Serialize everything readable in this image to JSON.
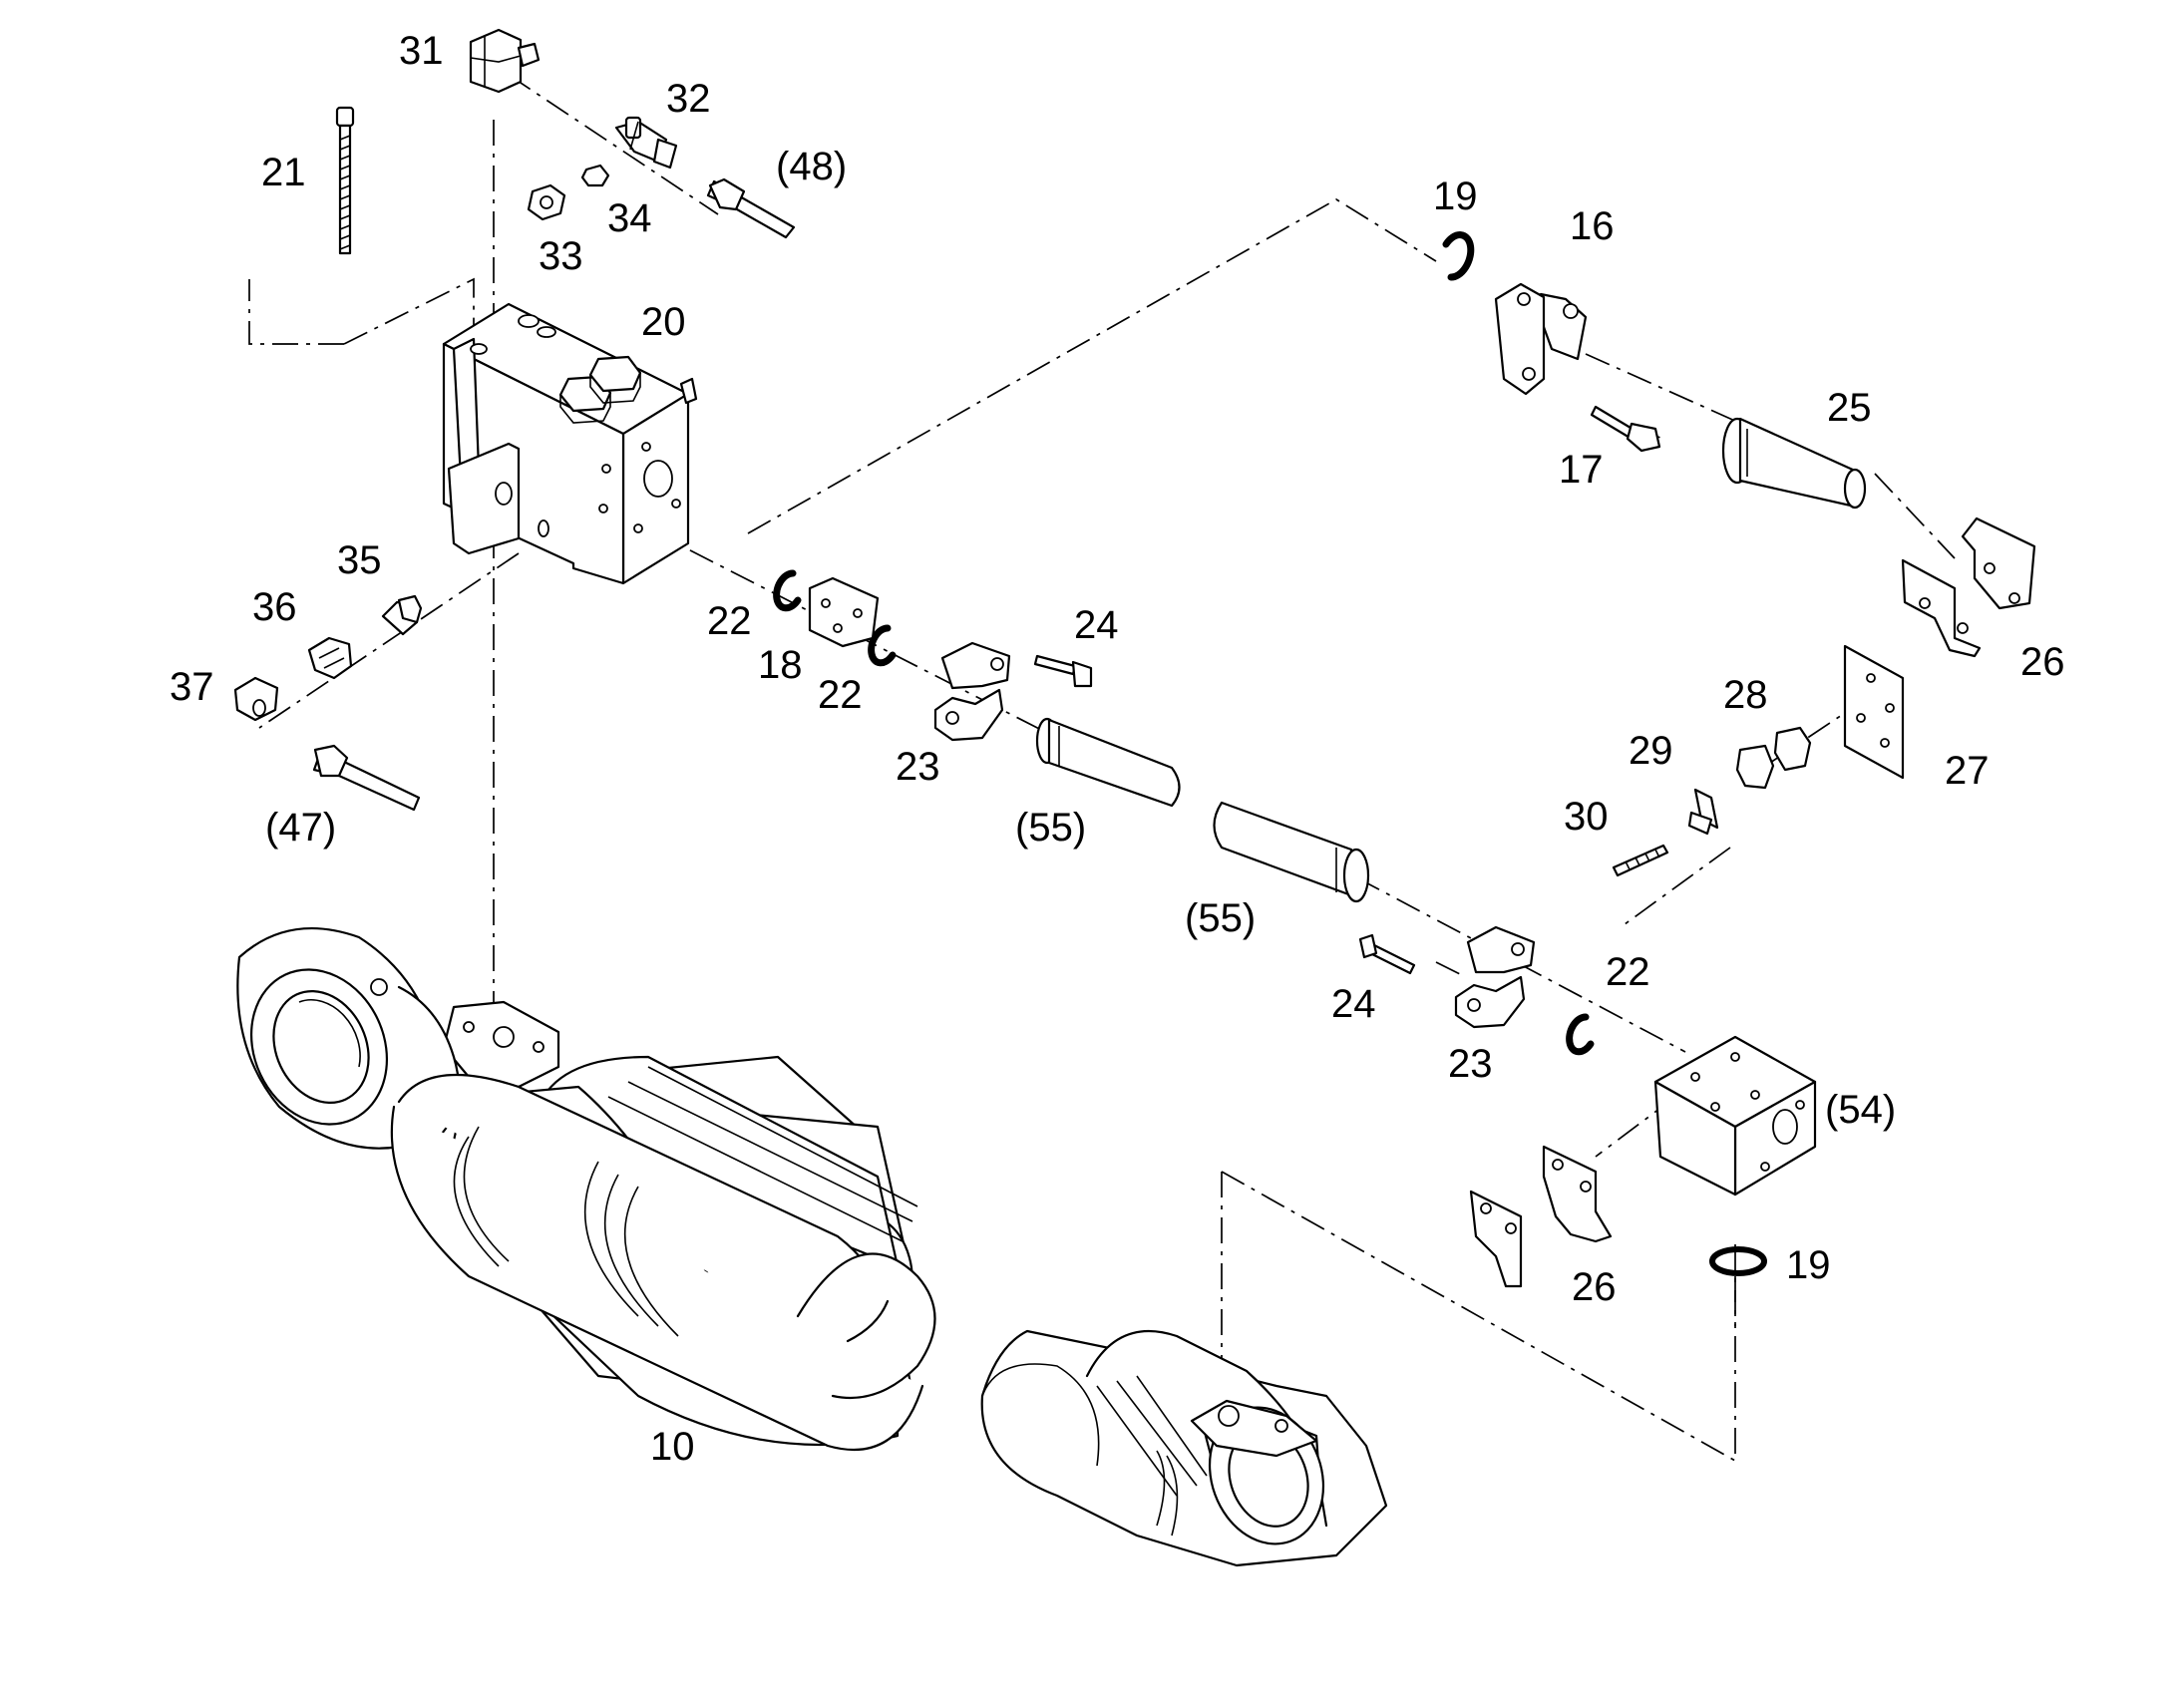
{
  "diagram": {
    "callouts": {
      "c31": "31",
      "c32": "32",
      "c48": "(48)",
      "c21": "21",
      "c34": "34",
      "c33": "33",
      "c20": "20",
      "c19a": "19",
      "c16": "16",
      "c25": "25",
      "c17": "17",
      "c35": "35",
      "c36": "36",
      "c37": "37",
      "c47": "(47)",
      "c22a": "22",
      "c18": "18",
      "c22b": "22",
      "c24a": "24",
      "c23a": "23",
      "c55a": "(55)",
      "c26a": "26",
      "c28": "28",
      "c29": "29",
      "c30": "30",
      "c27": "27",
      "c55b": "(55)",
      "c24b": "24",
      "c23b": "23",
      "c22c": "22",
      "c54": "(54)",
      "c26b": "26",
      "c19b": "19",
      "c10": "10"
    }
  }
}
